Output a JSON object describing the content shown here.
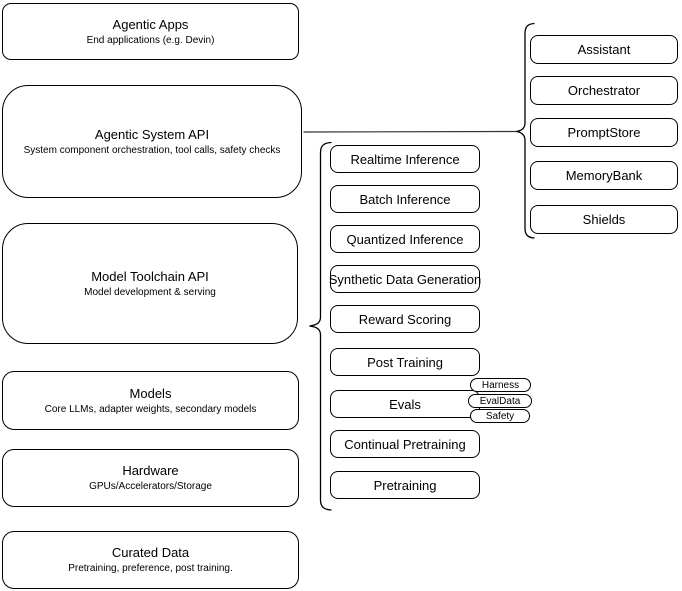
{
  "diagram": {
    "stack": [
      {
        "title": "Agentic Apps",
        "subtitle": "End applications (e.g. Devin)"
      },
      {
        "title": "Agentic System API",
        "subtitle": "System component orchestration, tool calls, safety checks"
      },
      {
        "title": "Model Toolchain API",
        "subtitle": "Model development & serving"
      },
      {
        "title": "Models",
        "subtitle": "Core LLMs, adapter weights, secondary models"
      },
      {
        "title": "Hardware",
        "subtitle": "GPUs/Accelerators/Storage"
      },
      {
        "title": "Curated Data",
        "subtitle": "Pretraining, preference, post training."
      }
    ],
    "toolchain_items": [
      "Realtime Inference",
      "Batch Inference",
      "Quantized Inference",
      "Synthetic Data Generation",
      "Reward Scoring",
      "Post Training",
      "Evals",
      "Continual Pretraining",
      "Pretraining"
    ],
    "eval_tags": [
      "Harness",
      "EvalData",
      "Safety"
    ],
    "system_components": [
      "Assistant",
      "Orchestrator",
      "PromptStore",
      "MemoryBank",
      "Shields"
    ],
    "colors": {
      "stroke": "#000000",
      "connector": "#333333",
      "background": "#ffffff",
      "text": "#000000"
    }
  }
}
